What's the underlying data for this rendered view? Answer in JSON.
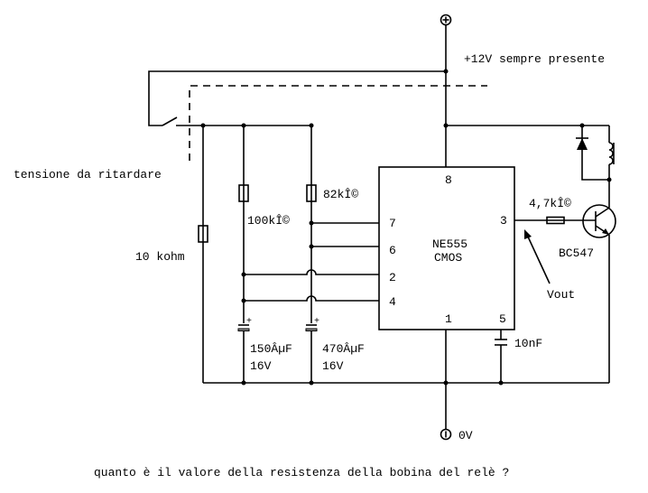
{
  "labels": {
    "supply": "+12V sempre presente",
    "input": "tensione da ritardare",
    "r_10k": "10 kohm",
    "r_100k": "100kÎ©",
    "r_82k": "82kÎ©",
    "r_base": "4,7kÎ©",
    "transistor": "BC547",
    "c_150": "150ÂµF",
    "c_150_v": "16V",
    "c_470": "470ÂµF",
    "c_470_v": "16V",
    "c_10n": "10nF",
    "ground": "0V",
    "vout": "Vout",
    "ic_name": "NE555",
    "ic_type": "CMOS",
    "question": "quanto è il valore della resistenza della bobina del relè ?"
  },
  "pins": {
    "p8": "8",
    "p7": "7",
    "p6": "6",
    "p2": "2",
    "p4": "4",
    "p3": "3",
    "p1": "1",
    "p5": "5"
  }
}
